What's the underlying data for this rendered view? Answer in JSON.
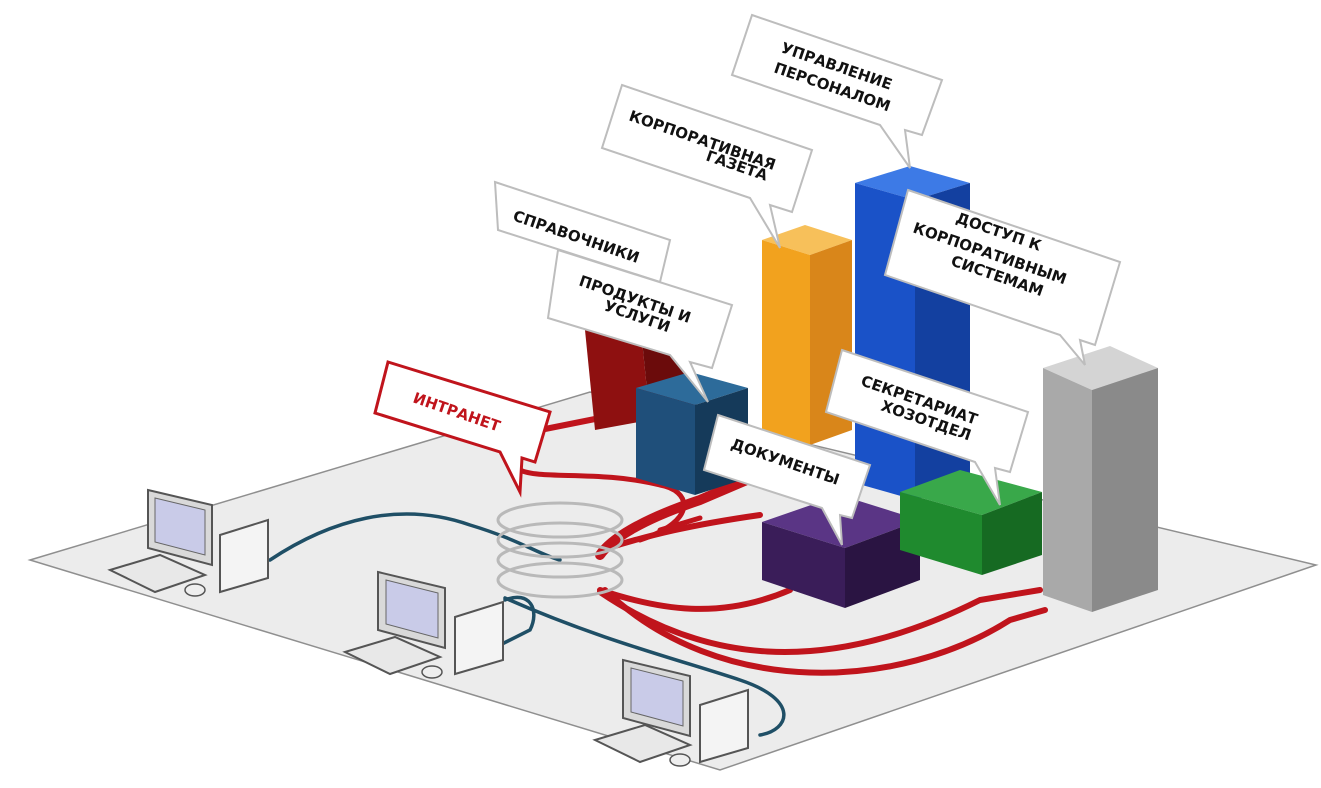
{
  "labels": {
    "upravlenie_line1": "УПРАВЛЕНИЕ",
    "upravlenie_line2": "ПЕРСОНАЛОМ",
    "gazeta_line1": "КОРПОРАТИВНАЯ",
    "gazeta_line2": "ГАЗЕТА",
    "spravochniki": "СПРАВОЧНИКИ",
    "produkty_line1": "ПРОДУКТЫ И",
    "produkty_line2": "УСЛУГИ",
    "dostup_line1": "ДОСТУП К",
    "dostup_line2": "КОРПОРАТИВНЫМ",
    "dostup_line3": "СИСТЕМАМ",
    "intranet": "ИНТРАНЕТ",
    "sekretariat_line1": "СЕКРЕТАРИАТ",
    "sekretariat_line2": "ХОЗОТДЕЛ",
    "dokumenty": "ДОКУМЕНТЫ"
  },
  "colors": {
    "floor": "#ececec",
    "floor_edge": "#8f8f8f",
    "intranet_line": "#c0141c",
    "network_line": "#1f4f66",
    "ring": "#b9b9b9",
    "box_spravochniki": "#8e1010",
    "box_produkty": "#1f4f7a",
    "box_gazeta": "#f2a21e",
    "box_upravlenie": "#1a52c8",
    "box_dokumenty": "#3a1d59",
    "box_sekretariat": "#1f8a2e",
    "box_dostup": "#a9a9a9"
  }
}
